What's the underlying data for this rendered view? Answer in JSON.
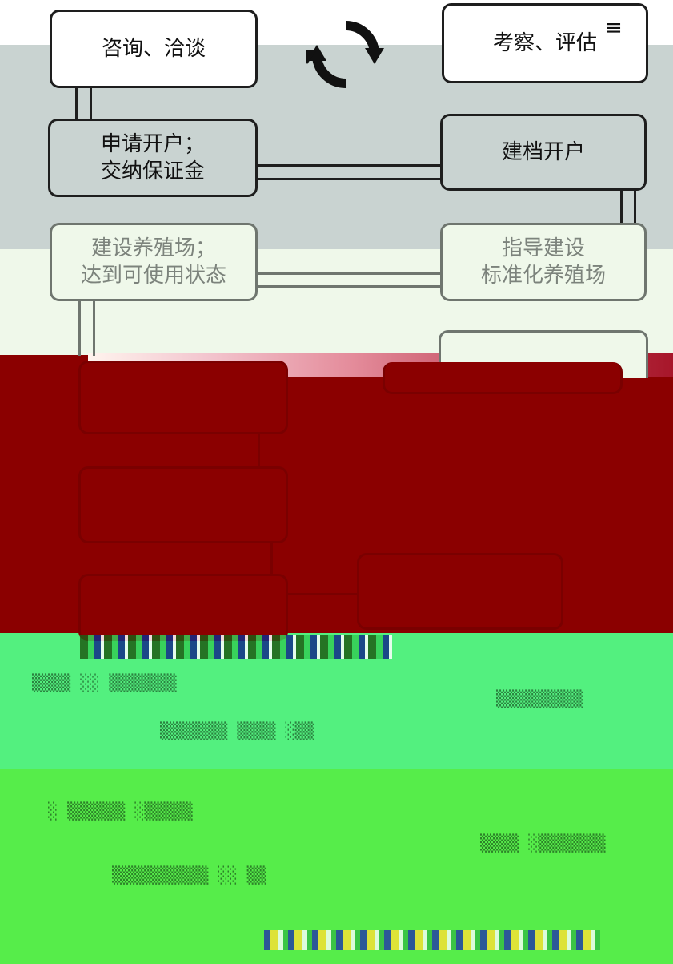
{
  "flow": {
    "steps": {
      "consult": "咨询、洽谈",
      "inspect": "考察、评估",
      "apply": "申请开户；\n交纳保证金",
      "file_open": "建档开户",
      "build_farm": "建设养殖场；\n达到可使用状态",
      "guide": "指导建设\n标准化养殖场"
    }
  },
  "icons": [
    "refresh-icon",
    "menu-icon"
  ],
  "colors": {
    "band_gray": "#c9d3d1",
    "band_cream": "#eff8ea",
    "band_red": "#8b0000",
    "band_green": "#53f07f",
    "band_green_2": "#56ed4a",
    "box_border": "#1e1e1e"
  }
}
